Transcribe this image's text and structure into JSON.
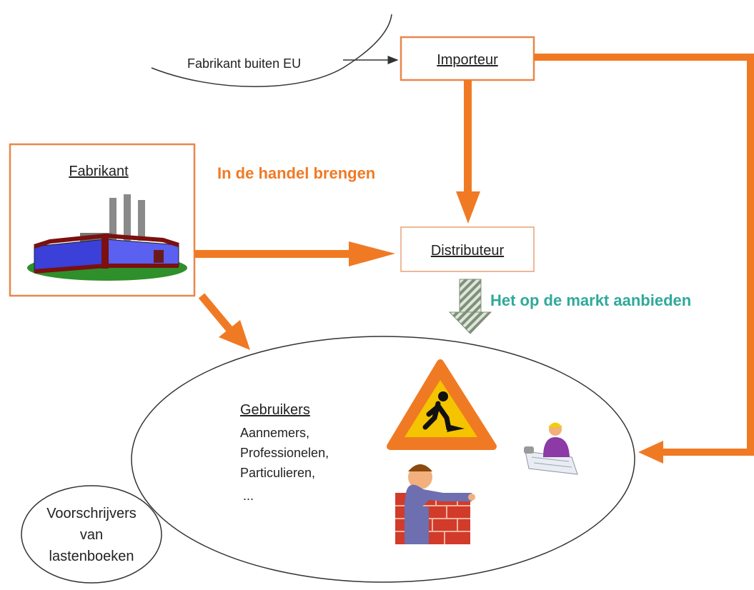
{
  "nodes": {
    "fabrikant_buiten_eu": "Fabrikant buiten EU",
    "importeur": "Importeur",
    "fabrikant": "Fabrikant",
    "distributeur": "Distributeur",
    "gebruikers_title": "Gebruikers",
    "gebruikers_items": [
      "Aannemers,",
      "Professionelen,",
      "Particulieren,",
      "..."
    ],
    "voorschrijvers_lines": [
      "Voorschrijvers",
      "van",
      "lastenboeken"
    ]
  },
  "labels": {
    "in_de_handel": "In de handel brengen",
    "op_de_markt": "Het op de markt aanbieden"
  },
  "colors": {
    "accent_orange": "#f07a24",
    "teal_label": "#2fa99a",
    "box_border": "#e8874a",
    "striped_arrow": "#8a9a86"
  },
  "icons": [
    "factory-icon",
    "roadwork-sign-icon",
    "engineer-icon",
    "bricklayer-icon"
  ]
}
